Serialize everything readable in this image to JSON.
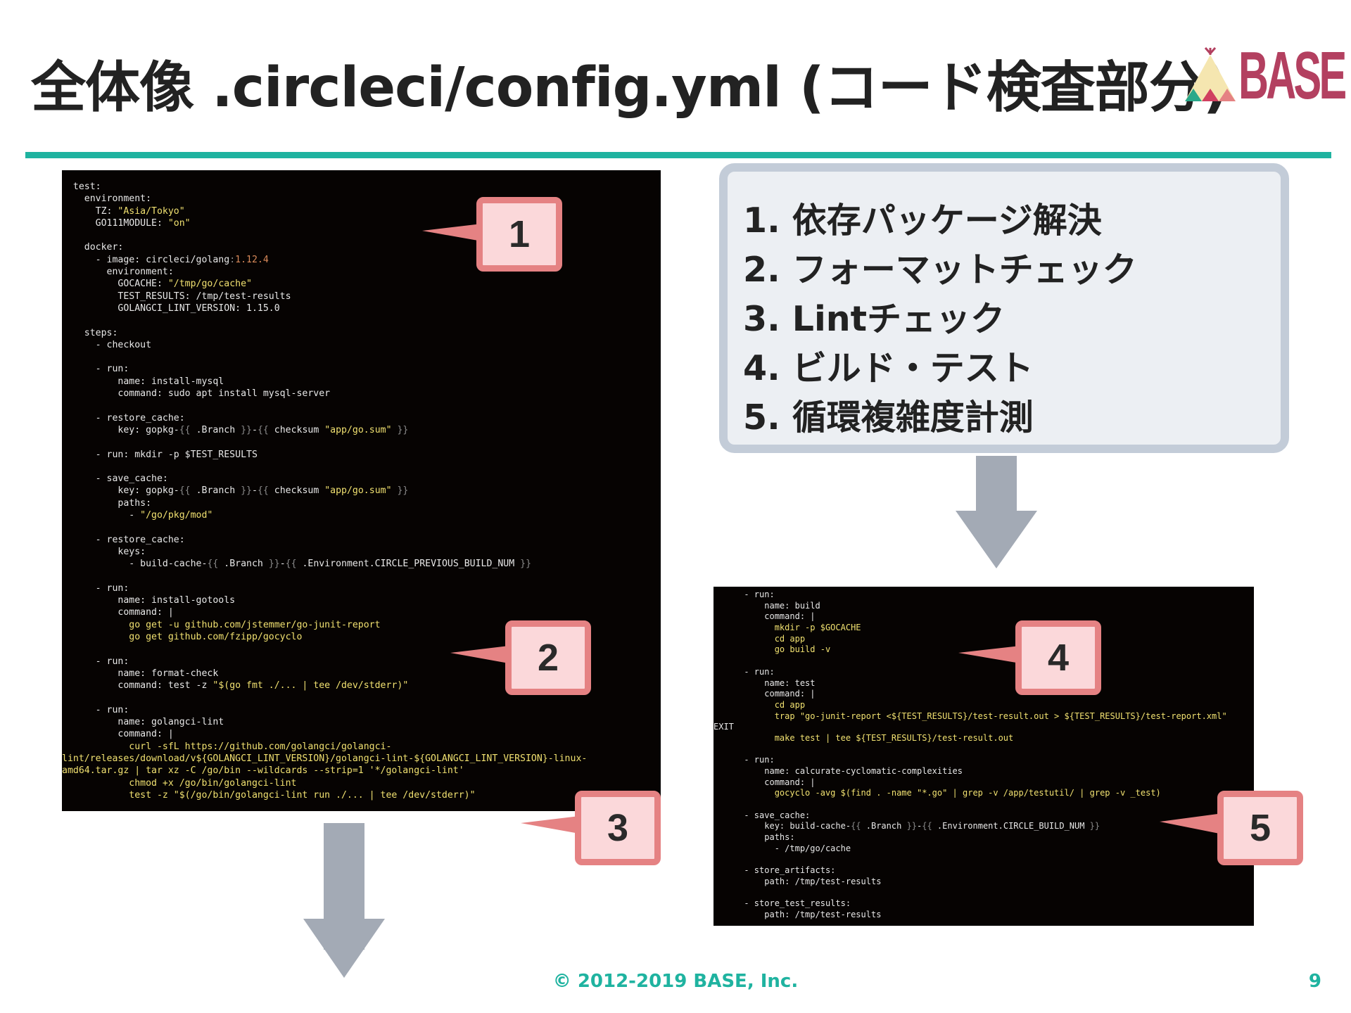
{
  "slide": {
    "title": "全体像 .circleci/config.yml (コード検査部分)",
    "logo_text": "BASE",
    "accent_color": "#1fb3a0",
    "callout_color": "#e58283",
    "footer": "© 2012-2019 BASE, Inc.",
    "page_number": "9"
  },
  "steps": [
    "1. 依存パッケージ解決",
    "2. フォーマットチェック",
    "3. Lintチェック",
    "4. ビルド・テスト",
    "5. 循環複雑度計測"
  ],
  "callouts": [
    "1",
    "2",
    "3",
    "4",
    "5"
  ],
  "code_left": [
    "  test:",
    "    environment:",
    "      TZ: \"Asia/Tokyo\"",
    "      GO111MODULE: \"on\"",
    "",
    "    docker:",
    "      - image: circleci/golang:1.12.4",
    "        environment:",
    "          GOCACHE: \"/tmp/go/cache\"",
    "          TEST_RESULTS: /tmp/test-results",
    "          GOLANGCI_LINT_VERSION: 1.15.0",
    "",
    "    steps:",
    "      - checkout",
    "",
    "      - run:",
    "          name: install-mysql",
    "          command: sudo apt install mysql-server",
    "",
    "      - restore_cache:",
    "          key: gopkg-{{ .Branch }}-{{ checksum \"app/go.sum\" }}",
    "",
    "      - run: mkdir -p $TEST_RESULTS",
    "",
    "      - save_cache:",
    "          key: gopkg-{{ .Branch }}-{{ checksum \"app/go.sum\" }}",
    "          paths:",
    "            - \"/go/pkg/mod\"",
    "",
    "      - restore_cache:",
    "          keys:",
    "            - build-cache-{{ .Branch }}-{{ .Environment.CIRCLE_PREVIOUS_BUILD_NUM }}",
    "",
    "      - run:",
    "          name: install-gotools",
    "          command: |",
    "            go get -u github.com/jstemmer/go-junit-report",
    "            go get github.com/fzipp/gocyclo",
    "",
    "      - run:",
    "          name: format-check",
    "          command: test -z \"$(go fmt ./... | tee /dev/stderr)\"",
    "",
    "      - run:",
    "          name: golangci-lint",
    "          command: |",
    "            curl -sfL https://github.com/golangci/golangci-",
    "lint/releases/download/v${GOLANGCI_LINT_VERSION}/golangci-lint-${GOLANGCI_LINT_VERSION}-linux-",
    "amd64.tar.gz | tar xz -C /go/bin --wildcards --strip=1 '*/golangci-lint'",
    "            chmod +x /go/bin/golangci-lint",
    "            test -z \"$(/go/bin/golangci-lint run ./... | tee /dev/stderr)\""
  ],
  "code_right": [
    "      - run:",
    "          name: build",
    "          command: |",
    "            mkdir -p $GOCACHE",
    "            cd app",
    "            go build -v",
    "",
    "      - run:",
    "          name: test",
    "          command: |",
    "            cd app",
    "            trap \"go-junit-report <${TEST_RESULTS}/test-result.out > ${TEST_RESULTS}/test-report.xml\"",
    "EXIT",
    "            make test | tee ${TEST_RESULTS}/test-result.out",
    "",
    "      - run:",
    "          name: calcurate-cyclomatic-complexities",
    "          command: |",
    "            gocyclo -avg $(find . -name \"*.go\" | grep -v /app/testutil/ | grep -v _test)",
    "",
    "      - save_cache:",
    "          key: build-cache-{{ .Branch }}-{{ .Environment.CIRCLE_BUILD_NUM }}",
    "          paths:",
    "            - /tmp/go/cache",
    "",
    "      - store_artifacts:",
    "          path: /tmp/test-results",
    "",
    "      - store_test_results:",
    "          path: /tmp/test-results"
  ]
}
